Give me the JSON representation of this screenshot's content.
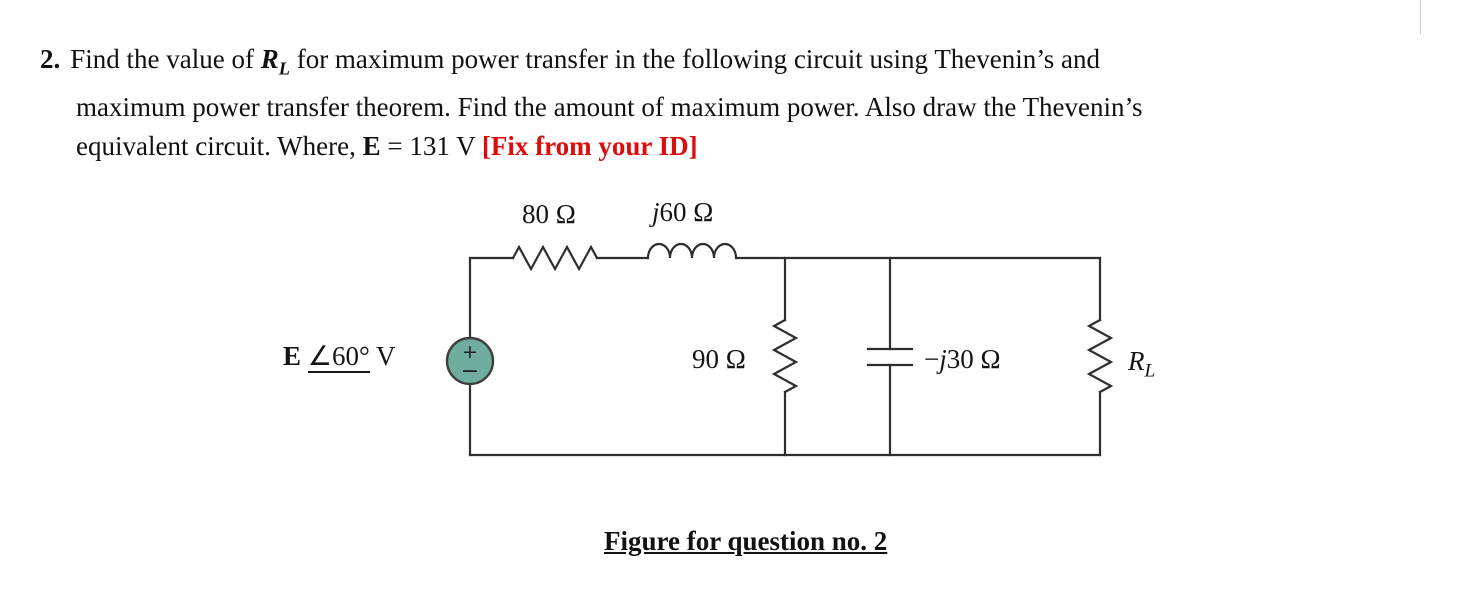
{
  "question": {
    "number": "2.",
    "line1_pre": "Find the value of ",
    "rl_main": "R",
    "rl_sub": "L",
    "line1_post": " for maximum power transfer in the following circuit using Thevenin’s and",
    "line2": "maximum power transfer theorem. Find the amount of maximum power. Also draw the Thevenin’s",
    "line3_pre": "equivalent circuit.  Where, ",
    "e_bold": "E",
    "line3_mid": " = 131 V ",
    "red_note": "[Fix from your ID]",
    "red_color": "#de0d0d"
  },
  "circuit": {
    "source": {
      "e": "E",
      "angle": "∠60°",
      "unit": " V",
      "plus": "+",
      "minus": "−",
      "fill": "#6fae9e"
    },
    "resistor_series": "80 Ω",
    "inductor": {
      "j": "j",
      "rest": "60 Ω"
    },
    "resistor_shunt": "90 Ω",
    "capacitor": {
      "minus": "−",
      "j": "j",
      "rest": "30 Ω"
    },
    "load": {
      "main": "R",
      "sub": "L"
    },
    "wire_color": "#2e2e2e"
  },
  "caption": "Figure for question no. 2"
}
